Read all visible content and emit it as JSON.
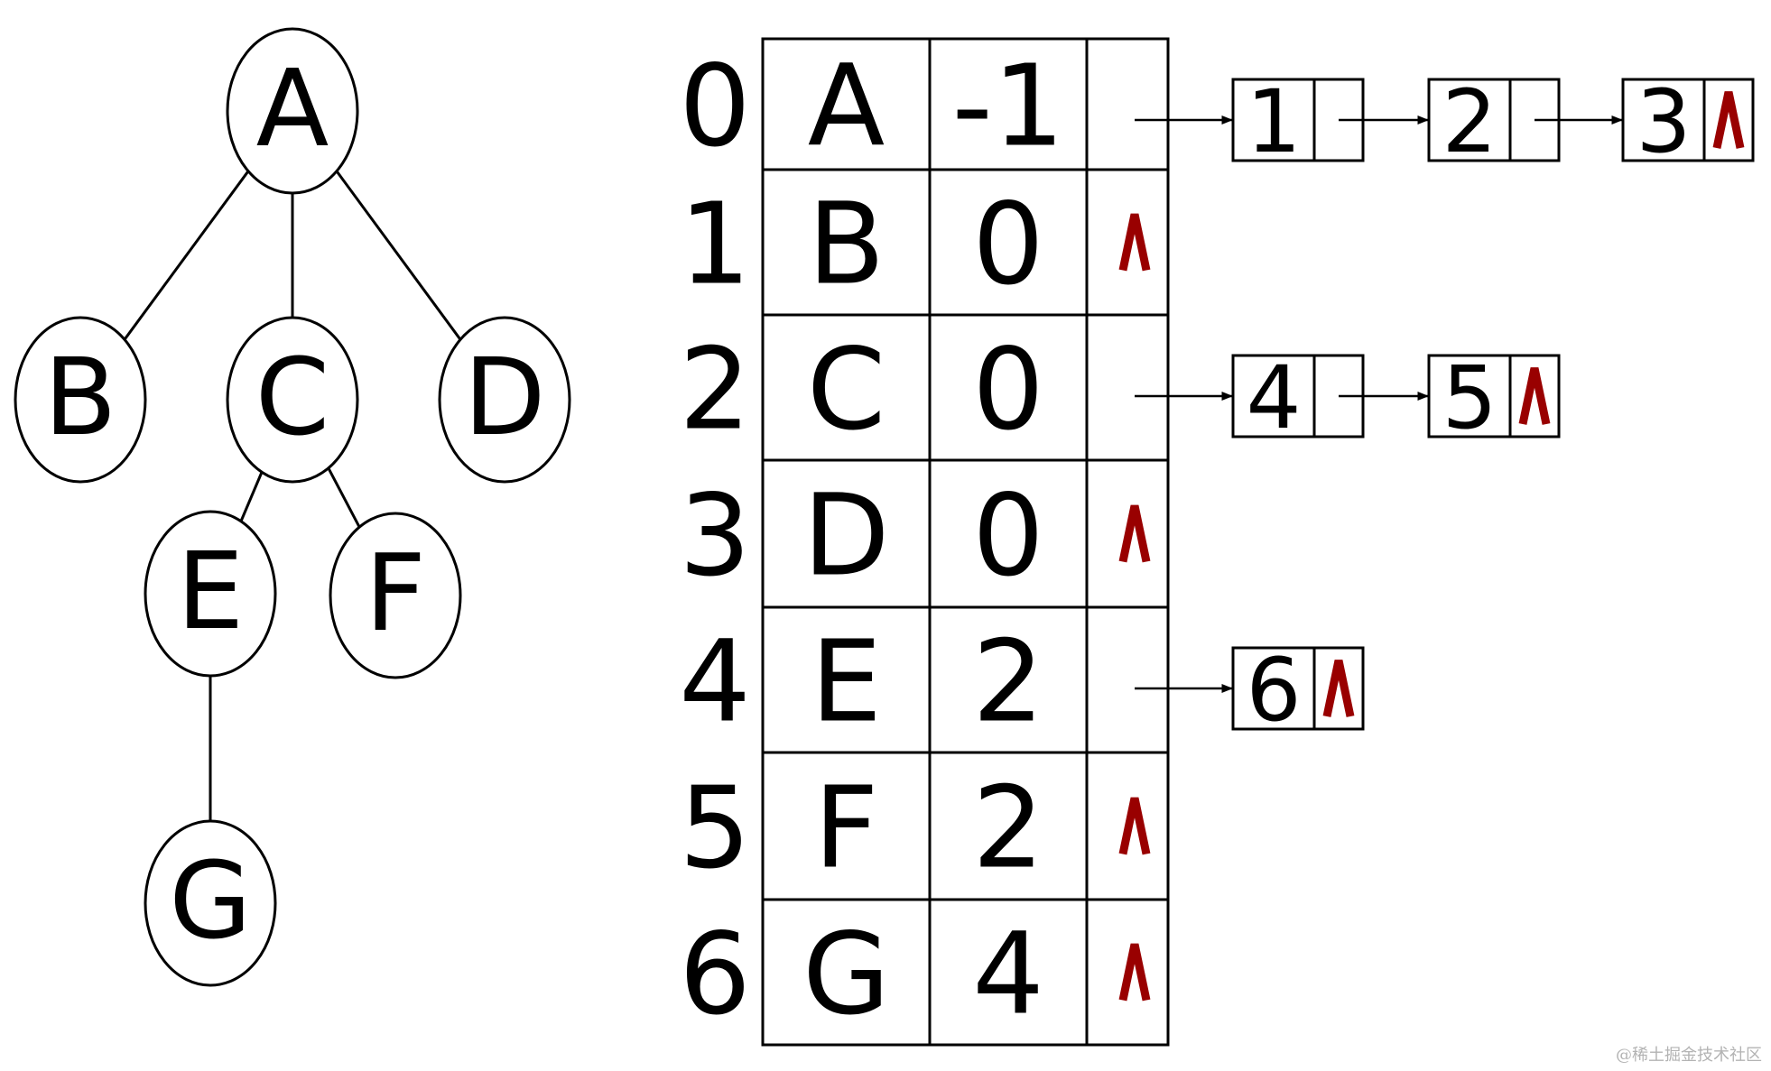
{
  "tree": {
    "nodes": [
      {
        "id": "A",
        "label": "A"
      },
      {
        "id": "B",
        "label": "B"
      },
      {
        "id": "C",
        "label": "C"
      },
      {
        "id": "D",
        "label": "D"
      },
      {
        "id": "E",
        "label": "E"
      },
      {
        "id": "F",
        "label": "F"
      },
      {
        "id": "G",
        "label": "G"
      }
    ],
    "edges": [
      [
        "A",
        "B"
      ],
      [
        "A",
        "C"
      ],
      [
        "A",
        "D"
      ],
      [
        "C",
        "E"
      ],
      [
        "C",
        "F"
      ],
      [
        "E",
        "G"
      ]
    ]
  },
  "table": {
    "rows": [
      {
        "index": "0",
        "data": "A",
        "parent": "-1",
        "children": [
          "1",
          "2",
          "3"
        ]
      },
      {
        "index": "1",
        "data": "B",
        "parent": "0",
        "children": []
      },
      {
        "index": "2",
        "data": "C",
        "parent": "0",
        "children": [
          "4",
          "5"
        ]
      },
      {
        "index": "3",
        "data": "D",
        "parent": "0",
        "children": []
      },
      {
        "index": "4",
        "data": "E",
        "parent": "2",
        "children": [
          "6"
        ]
      },
      {
        "index": "5",
        "data": "F",
        "parent": "2",
        "children": []
      },
      {
        "index": "6",
        "data": "G",
        "parent": "4",
        "children": []
      }
    ],
    "null_symbol": "∧",
    "null_color": "#990000"
  },
  "watermark": "@稀土掘金技术社区"
}
